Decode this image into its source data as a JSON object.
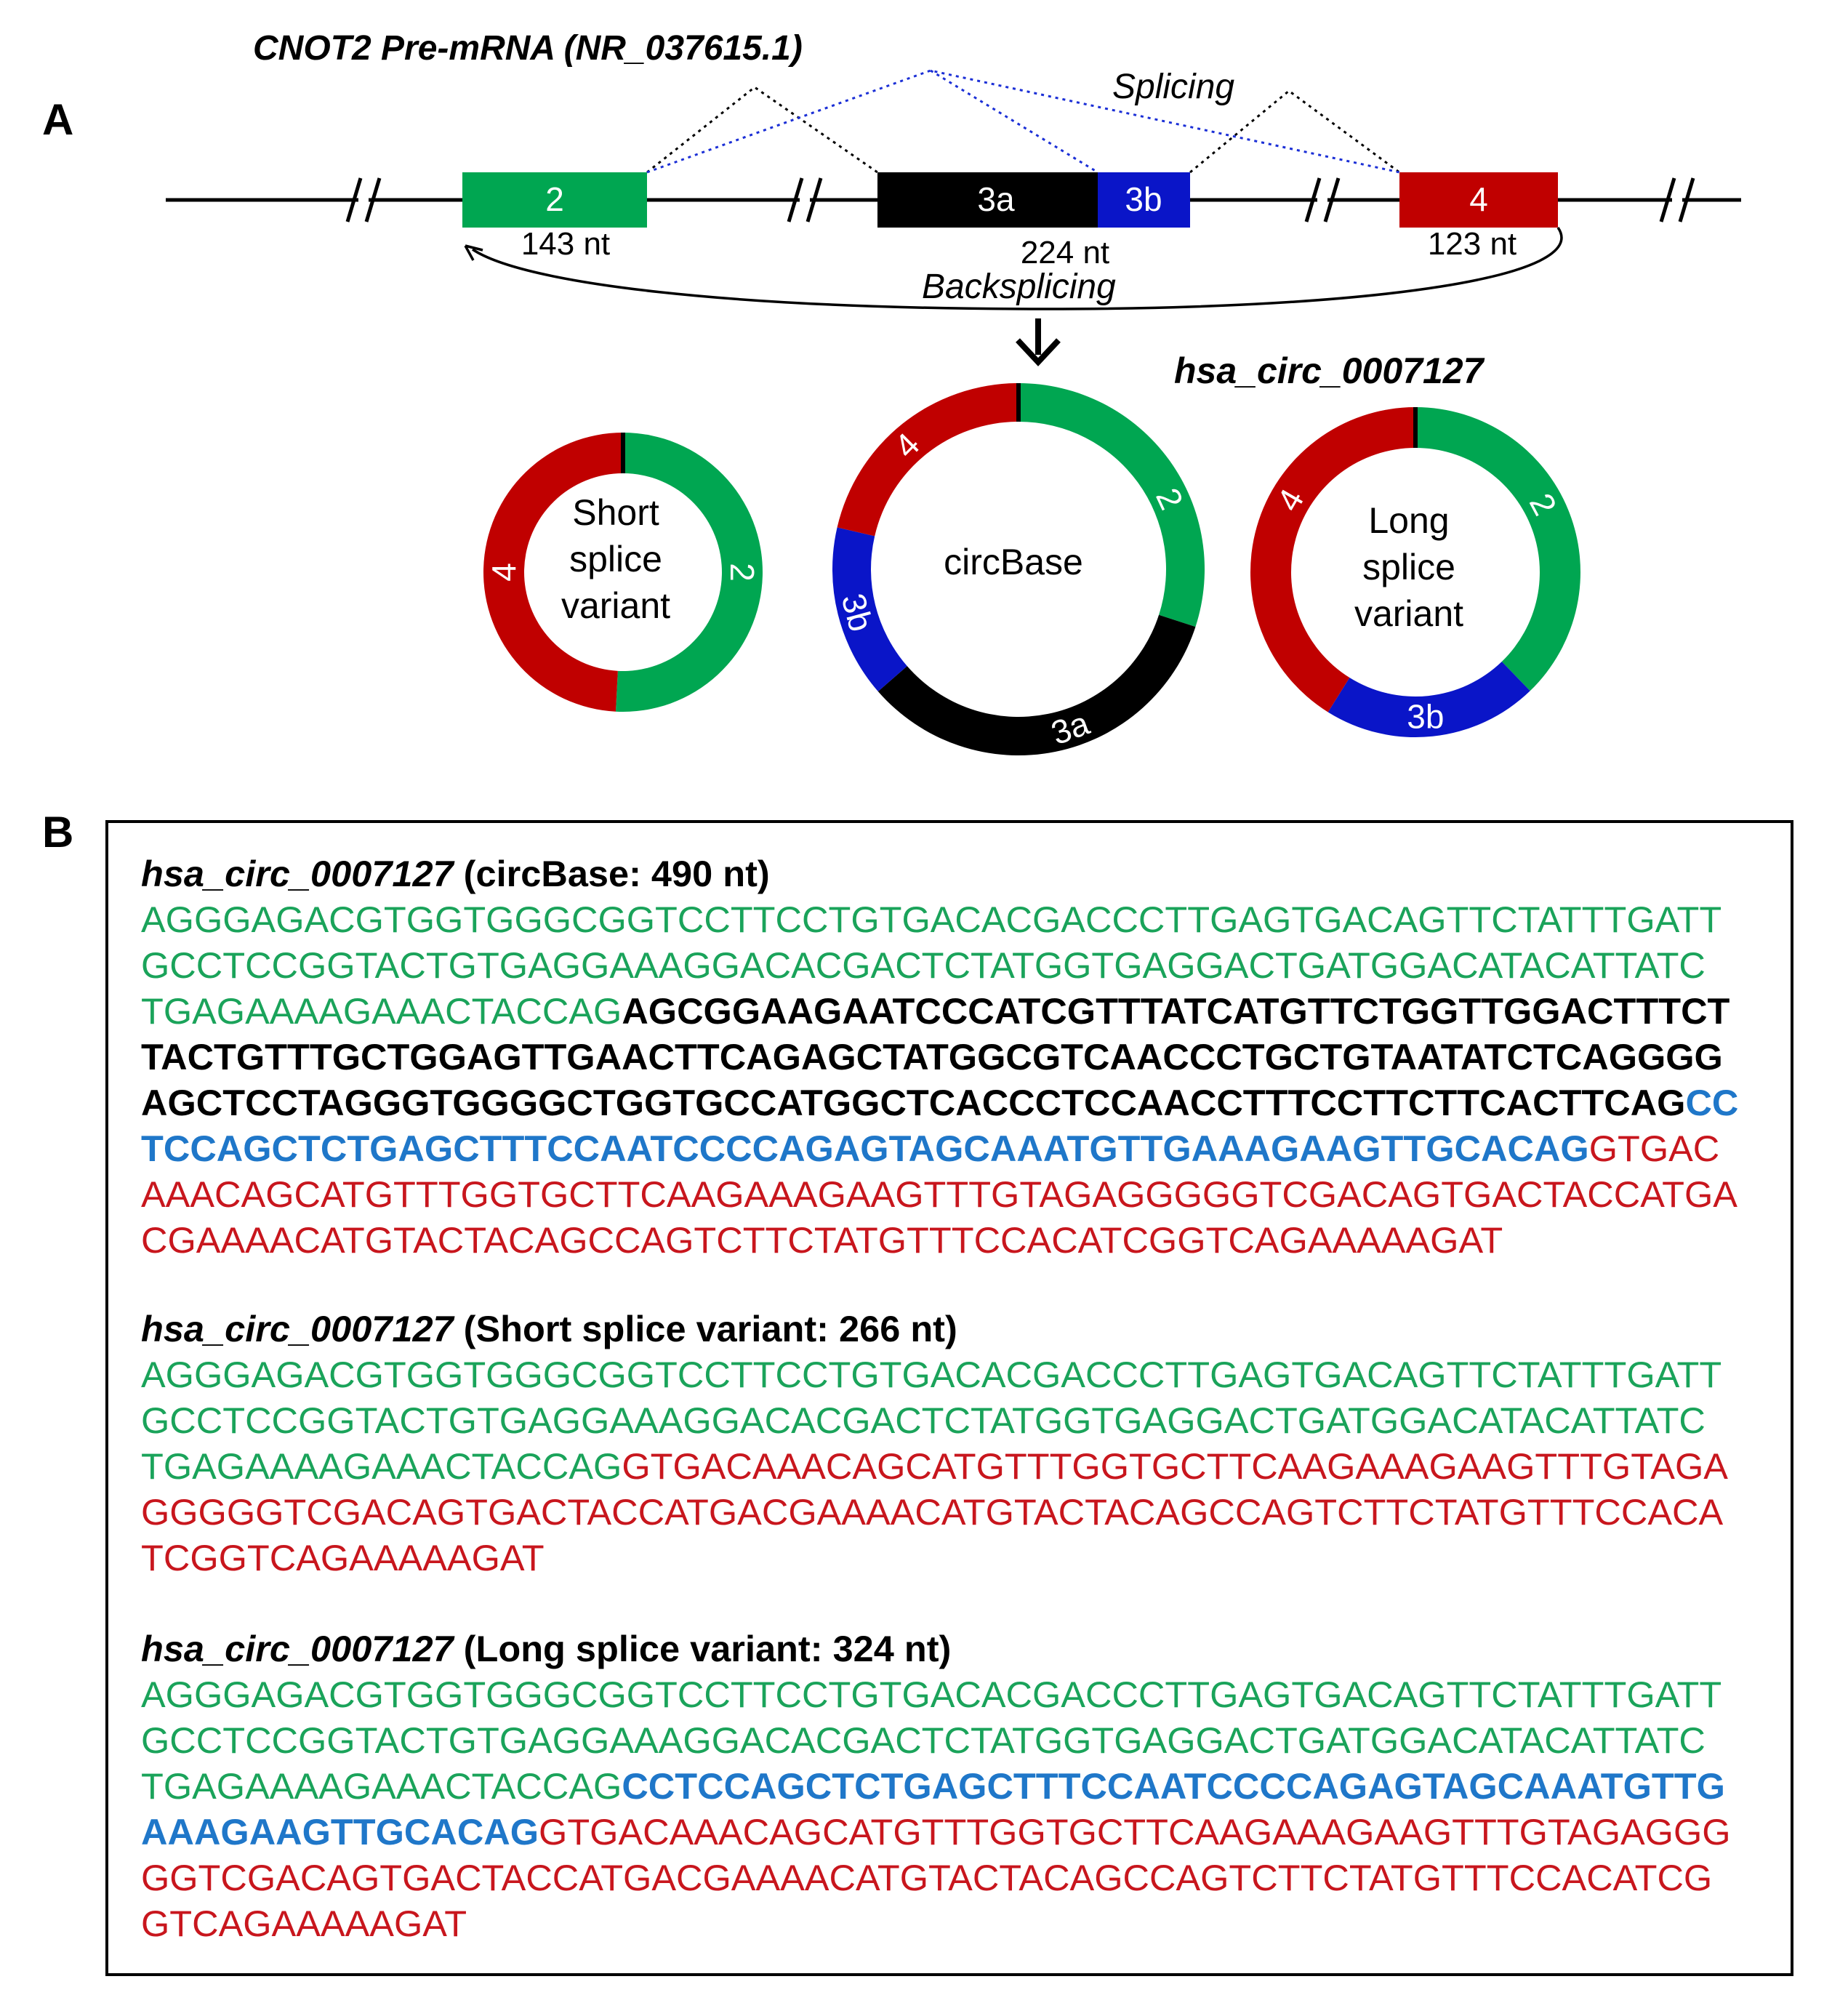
{
  "panelA": {
    "label": "A",
    "title": "CNOT2 Pre-mRNA (NR_037615.1)",
    "splicing_label": "Splicing",
    "backsplicing_label": "Backsplicing",
    "circ_name": "hsa_circ_0007127",
    "exons": [
      {
        "id": "2",
        "label": "2",
        "length_label": "143 nt",
        "color": "#00a651"
      },
      {
        "id": "3a",
        "label": "3a",
        "color": "#000000"
      },
      {
        "id": "3b",
        "label": "3b",
        "color": "#0a15c8"
      },
      {
        "id": "4",
        "label": "4",
        "length_label": "123 nt",
        "color": "#c00000"
      }
    ],
    "exon3_length_label": "224 nt",
    "circles": {
      "short": {
        "center_lines": [
          "Short",
          "splice",
          "variant"
        ],
        "segments": [
          "2",
          "4"
        ]
      },
      "circbase": {
        "center_lines": [
          "circBase"
        ],
        "segments": [
          "2",
          "3a",
          "3b",
          "4"
        ]
      },
      "long": {
        "center_lines": [
          "Long",
          "splice",
          "variant"
        ],
        "segments": [
          "2",
          "3b",
          "4"
        ]
      }
    }
  },
  "panelB": {
    "label": "B",
    "blocks": [
      {
        "name": "hsa_circ_0007127",
        "desc": "(circBase: 490 nt)",
        "lines": [
          [
            {
              "c": "green",
              "t": "AGGGAGACGTGGTGGGCGGTCCTTCCTGTGACACGACCCTTGAGTGACAGTTCTATTTGATT"
            }
          ],
          [
            {
              "c": "green",
              "t": "GCCTCCGGTACTGTGAGGAAAGGACACGACTCTATGGTGAGGACTGATGGACATACATTATC"
            }
          ],
          [
            {
              "c": "green",
              "t": "TGAGAAAAGAAACTACCAG"
            },
            {
              "c": "black",
              "t": "AGCGGAAGAATCCCATCGTTTATCATGTTCTGGTTGGACTTTCT"
            }
          ],
          [
            {
              "c": "black",
              "t": "TACTGTTTGCTGGAGTTGAACTTCAGAGCTATGGCGTCAACCCTGCTGTAATATCTCAGGGG"
            }
          ],
          [
            {
              "c": "black",
              "t": "AGCTCCTAGGGTGGGGCTGGTGCCATGGCTCACCCTCCAACCTTTCCTTCTTCACTTCAG"
            },
            {
              "c": "blue",
              "t": "CC"
            }
          ],
          [
            {
              "c": "blue",
              "t": "TCCAGCTCTGAGCTTTCCAATCCCCAGAGTAGCAAATGTTGAAAGAAGTTGCACAG"
            },
            {
              "c": "red",
              "t": "GTGAC"
            }
          ],
          [
            {
              "c": "red",
              "t": "AAACAGCATGTTTGGTGCTTCAAGAAAGAAGTTTGTAGAGGGGGTCGACAGTGACTACCATGA"
            }
          ],
          [
            {
              "c": "red",
              "t": "CGAAAACATGTACTACAGCCAGTCTTCTATGTTTCCACATCGGTCAGAAAAAGAT"
            }
          ]
        ]
      },
      {
        "name": "hsa_circ_0007127",
        "desc": "(Short splice variant: 266 nt)",
        "lines": [
          [
            {
              "c": "green",
              "t": "AGGGAGACGTGGTGGGCGGTCCTTCCTGTGACACGACCCTTGAGTGACAGTTCTATTTGATT"
            }
          ],
          [
            {
              "c": "green",
              "t": "GCCTCCGGTACTGTGAGGAAAGGACACGACTCTATGGTGAGGACTGATGGACATACATTATC"
            }
          ],
          [
            {
              "c": "green",
              "t": "TGAGAAAAGAAACTACCAG"
            },
            {
              "c": "red",
              "t": "GTGACAAACAGCATGTTTGGTGCTTCAAGAAAGAAGTTTGTAGA"
            }
          ],
          [
            {
              "c": "red",
              "t": "GGGGGTCGACAGTGACTACCATGACGAAAACATGTACTACAGCCAGTCTTCTATGTTTCCACA"
            }
          ],
          [
            {
              "c": "red",
              "t": "TCGGTCAGAAAAAGAT"
            }
          ]
        ]
      },
      {
        "name": "hsa_circ_0007127",
        "desc": "(Long splice variant: 324 nt)",
        "lines": [
          [
            {
              "c": "green",
              "t": "AGGGAGACGTGGTGGGCGGTCCTTCCTGTGACACGACCCTTGAGTGACAGTTCTATTTGATT"
            }
          ],
          [
            {
              "c": "green",
              "t": "GCCTCCGGTACTGTGAGGAAAGGACACGACTCTATGGTGAGGACTGATGGACATACATTATC"
            }
          ],
          [
            {
              "c": "green",
              "t": "TGAGAAAAGAAACTACCAG"
            },
            {
              "c": "blue",
              "t": "CCTCCAGCTCTGAGCTTTCCAATCCCCAGAGTAGCAAATGTTG"
            }
          ],
          [
            {
              "c": "blue",
              "t": "AAAGAAGTTGCACAG"
            },
            {
              "c": "red",
              "t": "GTGACAAACAGCATGTTTGGTGCTTCAAGAAAGAAGTTTGTAGAGGG"
            }
          ],
          [
            {
              "c": "red",
              "t": "GGTCGACAGTGACTACCATGACGAAAACATGTACTACAGCCAGTCTTCTATGTTTCCACATCG"
            }
          ],
          [
            {
              "c": "red",
              "t": "GTCAGAAAAAGAT"
            }
          ]
        ]
      }
    ]
  }
}
